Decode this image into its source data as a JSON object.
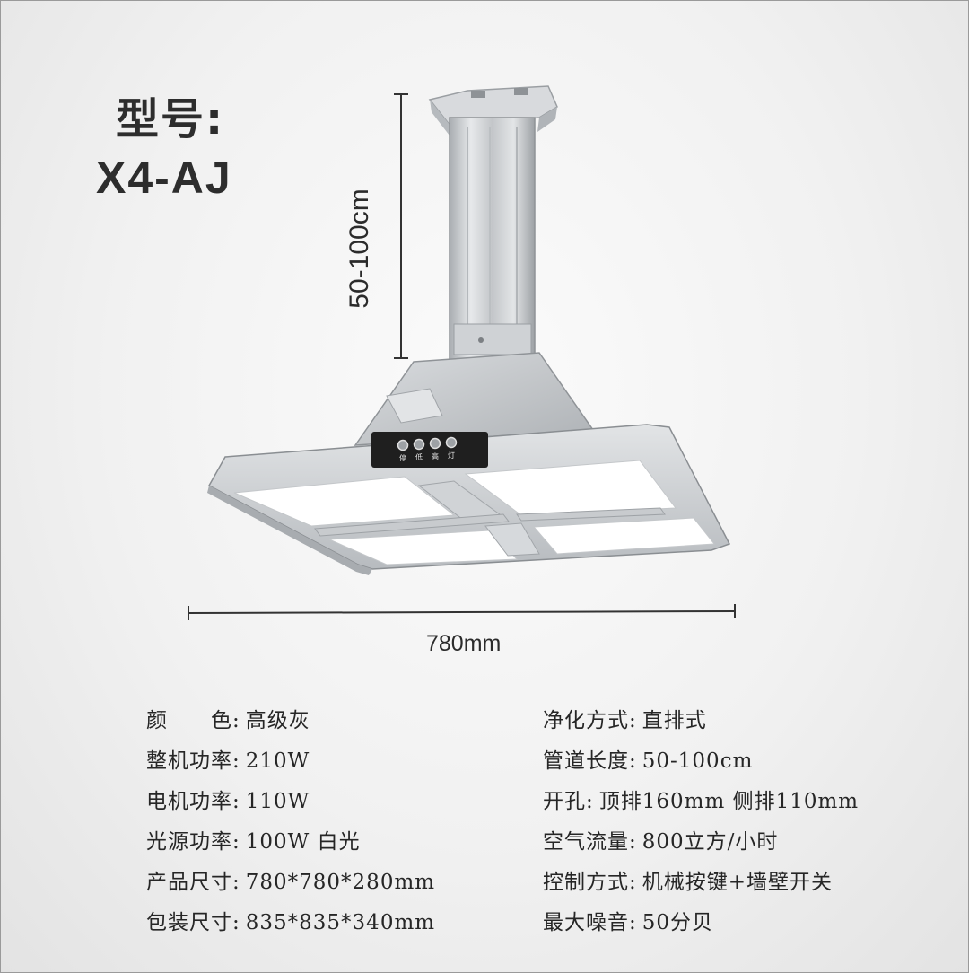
{
  "model": {
    "label": "型号:",
    "value": "X4-AJ"
  },
  "dimensions": {
    "height": "50-100cm",
    "width": "780mm"
  },
  "control_panel": {
    "buttons": [
      "停",
      "低",
      "高",
      "灯"
    ]
  },
  "colors": {
    "text": "#2b2b2b",
    "body_silver": "#cfd2d5",
    "panel_black": "#1f1f1f",
    "light_panel": "#ffffff"
  },
  "specs": {
    "left": [
      {
        "key": "颜　　色:",
        "value": "高级灰"
      },
      {
        "key": "整机功率:",
        "value": "210W"
      },
      {
        "key": "电机功率:",
        "value": "110W"
      },
      {
        "key": "光源功率:",
        "value": "100W 白光"
      },
      {
        "key": "产品尺寸:",
        "value": "780*780*280mm"
      },
      {
        "key": "包装尺寸:",
        "value": "835*835*340mm"
      }
    ],
    "right": [
      {
        "key": "净化方式:",
        "value": "直排式"
      },
      {
        "key": "管道长度:",
        "value": "50-100cm"
      },
      {
        "key": "开孔:",
        "value": "顶排160mm 侧排110mm"
      },
      {
        "key": "空气流量:",
        "value": "800立方/小时"
      },
      {
        "key": "控制方式:",
        "value": "机械按键+墙壁开关"
      },
      {
        "key": "最大噪音:",
        "value": "50分贝"
      }
    ]
  }
}
